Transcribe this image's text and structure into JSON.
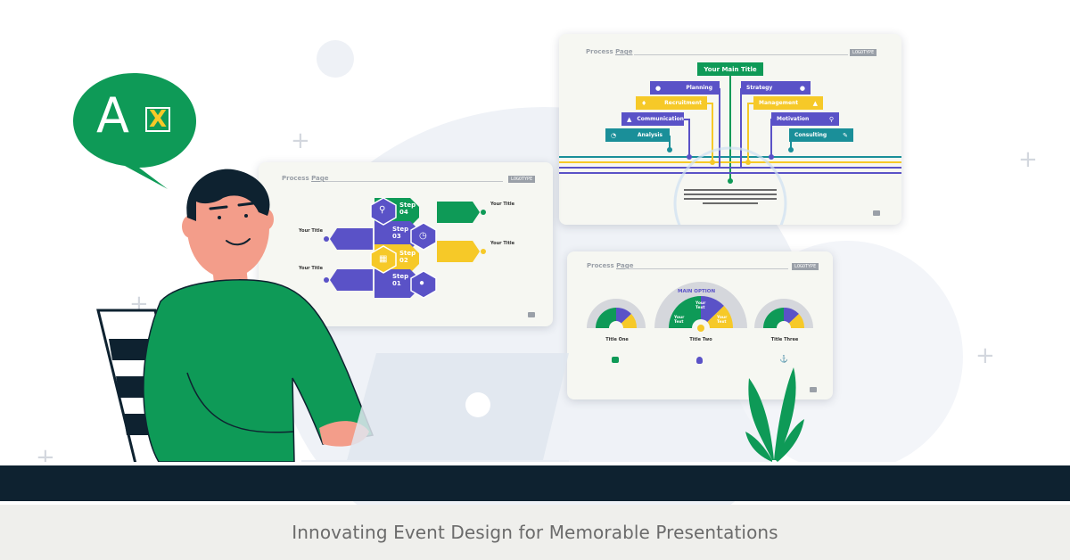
{
  "caption": "Innovating Event Design for Memorable Presentations",
  "speech_bubble": {
    "glyph_a": "A",
    "glyph_x": "X",
    "icon": "translate-icon"
  },
  "colors": {
    "green": "#0e9a57",
    "navy": "#0e2230",
    "purple": "#5a52c7",
    "yellow": "#f6c928",
    "teal": "#1a8f99",
    "caption_bg": "#efefec"
  },
  "slide_left": {
    "header_a": "Process ",
    "header_b": "Page",
    "logo": "LOGOTYPE",
    "steps": [
      {
        "label": "Step",
        "num": "04",
        "icon": "search-icon"
      },
      {
        "label": "Step",
        "num": "03",
        "icon": "clock-icon"
      },
      {
        "label": "Step",
        "num": "02",
        "icon": "calendar-icon"
      },
      {
        "label": "Step",
        "num": "01",
        "icon": "money-bag-icon"
      }
    ],
    "titles": [
      "Your Title",
      "Your Title",
      "Your Title",
      "Your Title"
    ]
  },
  "slide_top": {
    "header_a": "Process ",
    "header_b": "Page",
    "logo": "LOGOTYPE",
    "main_title": "Your Main Title",
    "left_items": [
      {
        "label": "Planning",
        "icon": "lightbulb-icon"
      },
      {
        "label": "Recruitment",
        "icon": "handshake-icon"
      },
      {
        "label": "Communication",
        "icon": "flask-icon"
      },
      {
        "label": "Analysis",
        "icon": "chart-icon"
      }
    ],
    "right_items": [
      {
        "label": "Strategy",
        "icon": "droplet-icon"
      },
      {
        "label": "Management",
        "icon": "thumbs-up-icon"
      },
      {
        "label": "Motivation",
        "icon": "search-icon"
      },
      {
        "label": "Consulting",
        "icon": "pen-icon"
      }
    ]
  },
  "slide_bottom": {
    "header_a": "Process ",
    "header_b": "Page",
    "logo": "LOGOTYPE",
    "main_option": "MAIN OPTION",
    "center_labels": [
      "Your Text",
      "Your Text",
      "Your Text"
    ],
    "gauges": [
      {
        "title": "Title One",
        "icon": "database-icon"
      },
      {
        "title": "Title Two",
        "icon": "lightbulb-icon"
      },
      {
        "title": "Title Three",
        "icon": "anchor-icon"
      }
    ]
  }
}
